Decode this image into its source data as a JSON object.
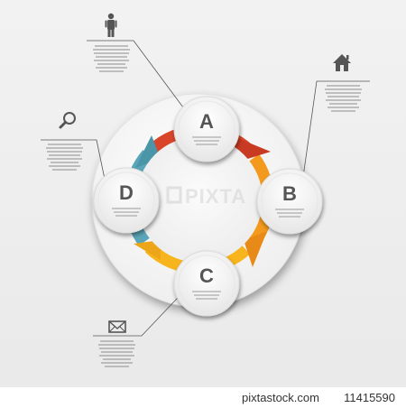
{
  "diagram": {
    "nodes": [
      {
        "letter": "A",
        "color": "#d9452a",
        "icon": "person-icon"
      },
      {
        "letter": "B",
        "color": "#f39a1e",
        "icon": "home-icon"
      },
      {
        "letter": "C",
        "color": "#f4b41d",
        "icon": "envelope-icon"
      },
      {
        "letter": "D",
        "color": "#5aa6b8",
        "icon": "magnifier-icon"
      }
    ],
    "colors": {
      "arc_red": "#d9452a",
      "arc_orange": "#f39a1e",
      "arc_yellow": "#f7b41c",
      "arc_teal": "#5aa6b8",
      "letter": "#555555",
      "line": "#555555"
    }
  },
  "watermark": {
    "text": "PIXTA"
  },
  "footer": {
    "brand": "pixtastock.com",
    "id": "11415590"
  }
}
